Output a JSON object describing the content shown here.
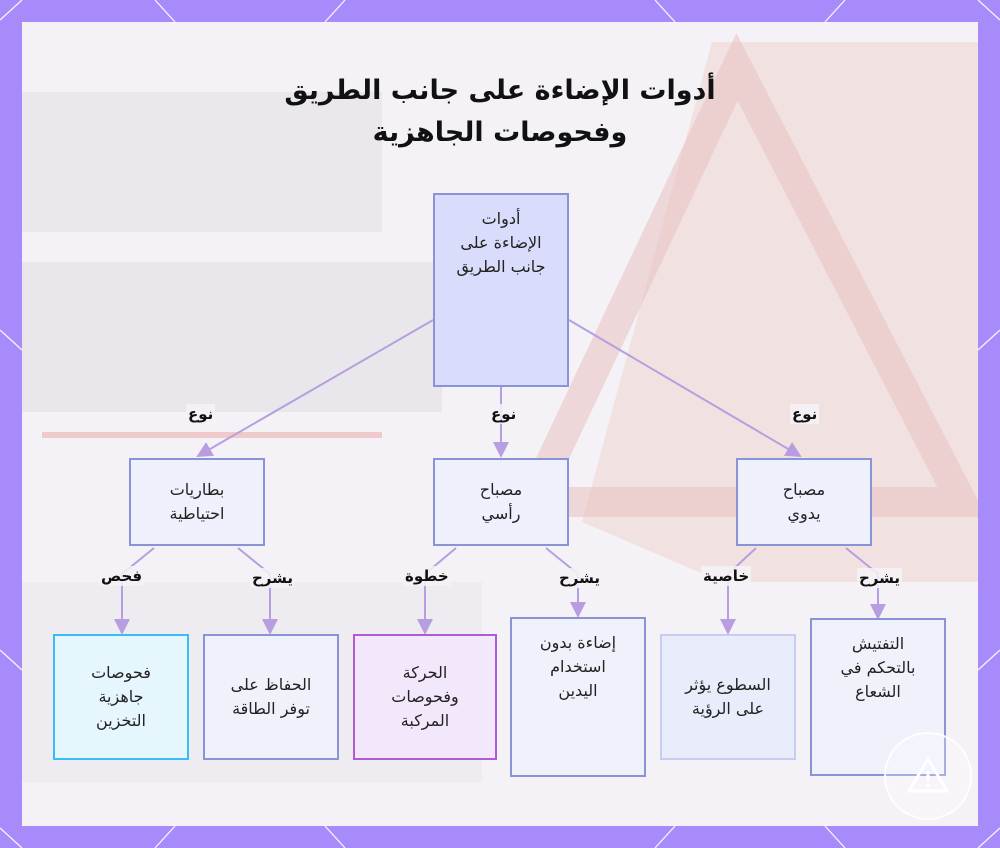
{
  "title": {
    "line1": "أدوات الإضاءة على جانب الطريق",
    "line2": "وفحوصات الجاهزية"
  },
  "root": {
    "label": "أدوات الإضاءة على جانب الطريق"
  },
  "types": [
    {
      "label": "مصباح يدوي",
      "edge": "نوع"
    },
    {
      "label": "مصباح رأسي",
      "edge": "نوع"
    },
    {
      "label": "بطاريات احتياطية",
      "edge": "نوع"
    }
  ],
  "leaves": [
    {
      "label": "التفتيش بالتحكم في الشعاع",
      "edge": "يشرح"
    },
    {
      "label": "السطوع يؤثر على الرؤية",
      "edge": "خاصية"
    },
    {
      "label": "إضاءة بدون استخدام اليدين",
      "edge": "يشرح"
    },
    {
      "label": "الحركة وفحوصات المركبة",
      "edge": "خطوة"
    },
    {
      "label": "الحفاظ على توفر الطاقة",
      "edge": "يشرح"
    },
    {
      "label": "فحوصات جاهزية التخزين",
      "edge": "فحص"
    }
  ],
  "colors": {
    "page_border": "#a78bfa",
    "edge": "#b89ee0",
    "node_border": "#8a93d6",
    "root_fill": "#d9dcfb",
    "leaf_cyan": "#38bdf8",
    "leaf_purple": "#b05bd6"
  },
  "icons": [
    "triangle-warning-icon"
  ]
}
